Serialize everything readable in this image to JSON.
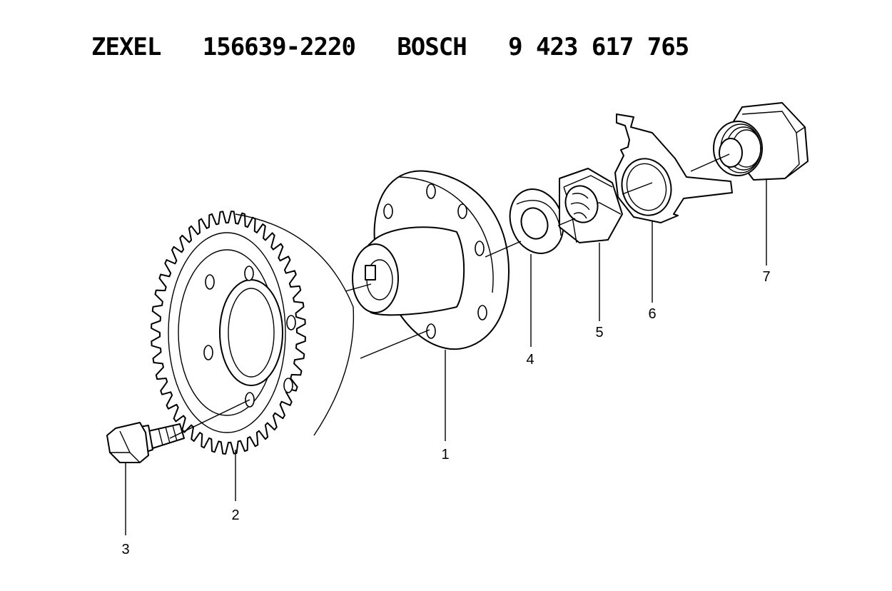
{
  "title": "ZEXEL   156639-2220   BOSCH   9 423 617 765",
  "parts": [
    {
      "id": "1",
      "name": "hub"
    },
    {
      "id": "2",
      "name": "gear"
    },
    {
      "id": "3",
      "name": "bolt"
    },
    {
      "id": "4",
      "name": "washer"
    },
    {
      "id": "5",
      "name": "nut"
    },
    {
      "id": "6",
      "name": "lock-plate"
    },
    {
      "id": "7",
      "name": "plug"
    }
  ],
  "colors": {
    "line": "#000000",
    "background": "#ffffff"
  }
}
